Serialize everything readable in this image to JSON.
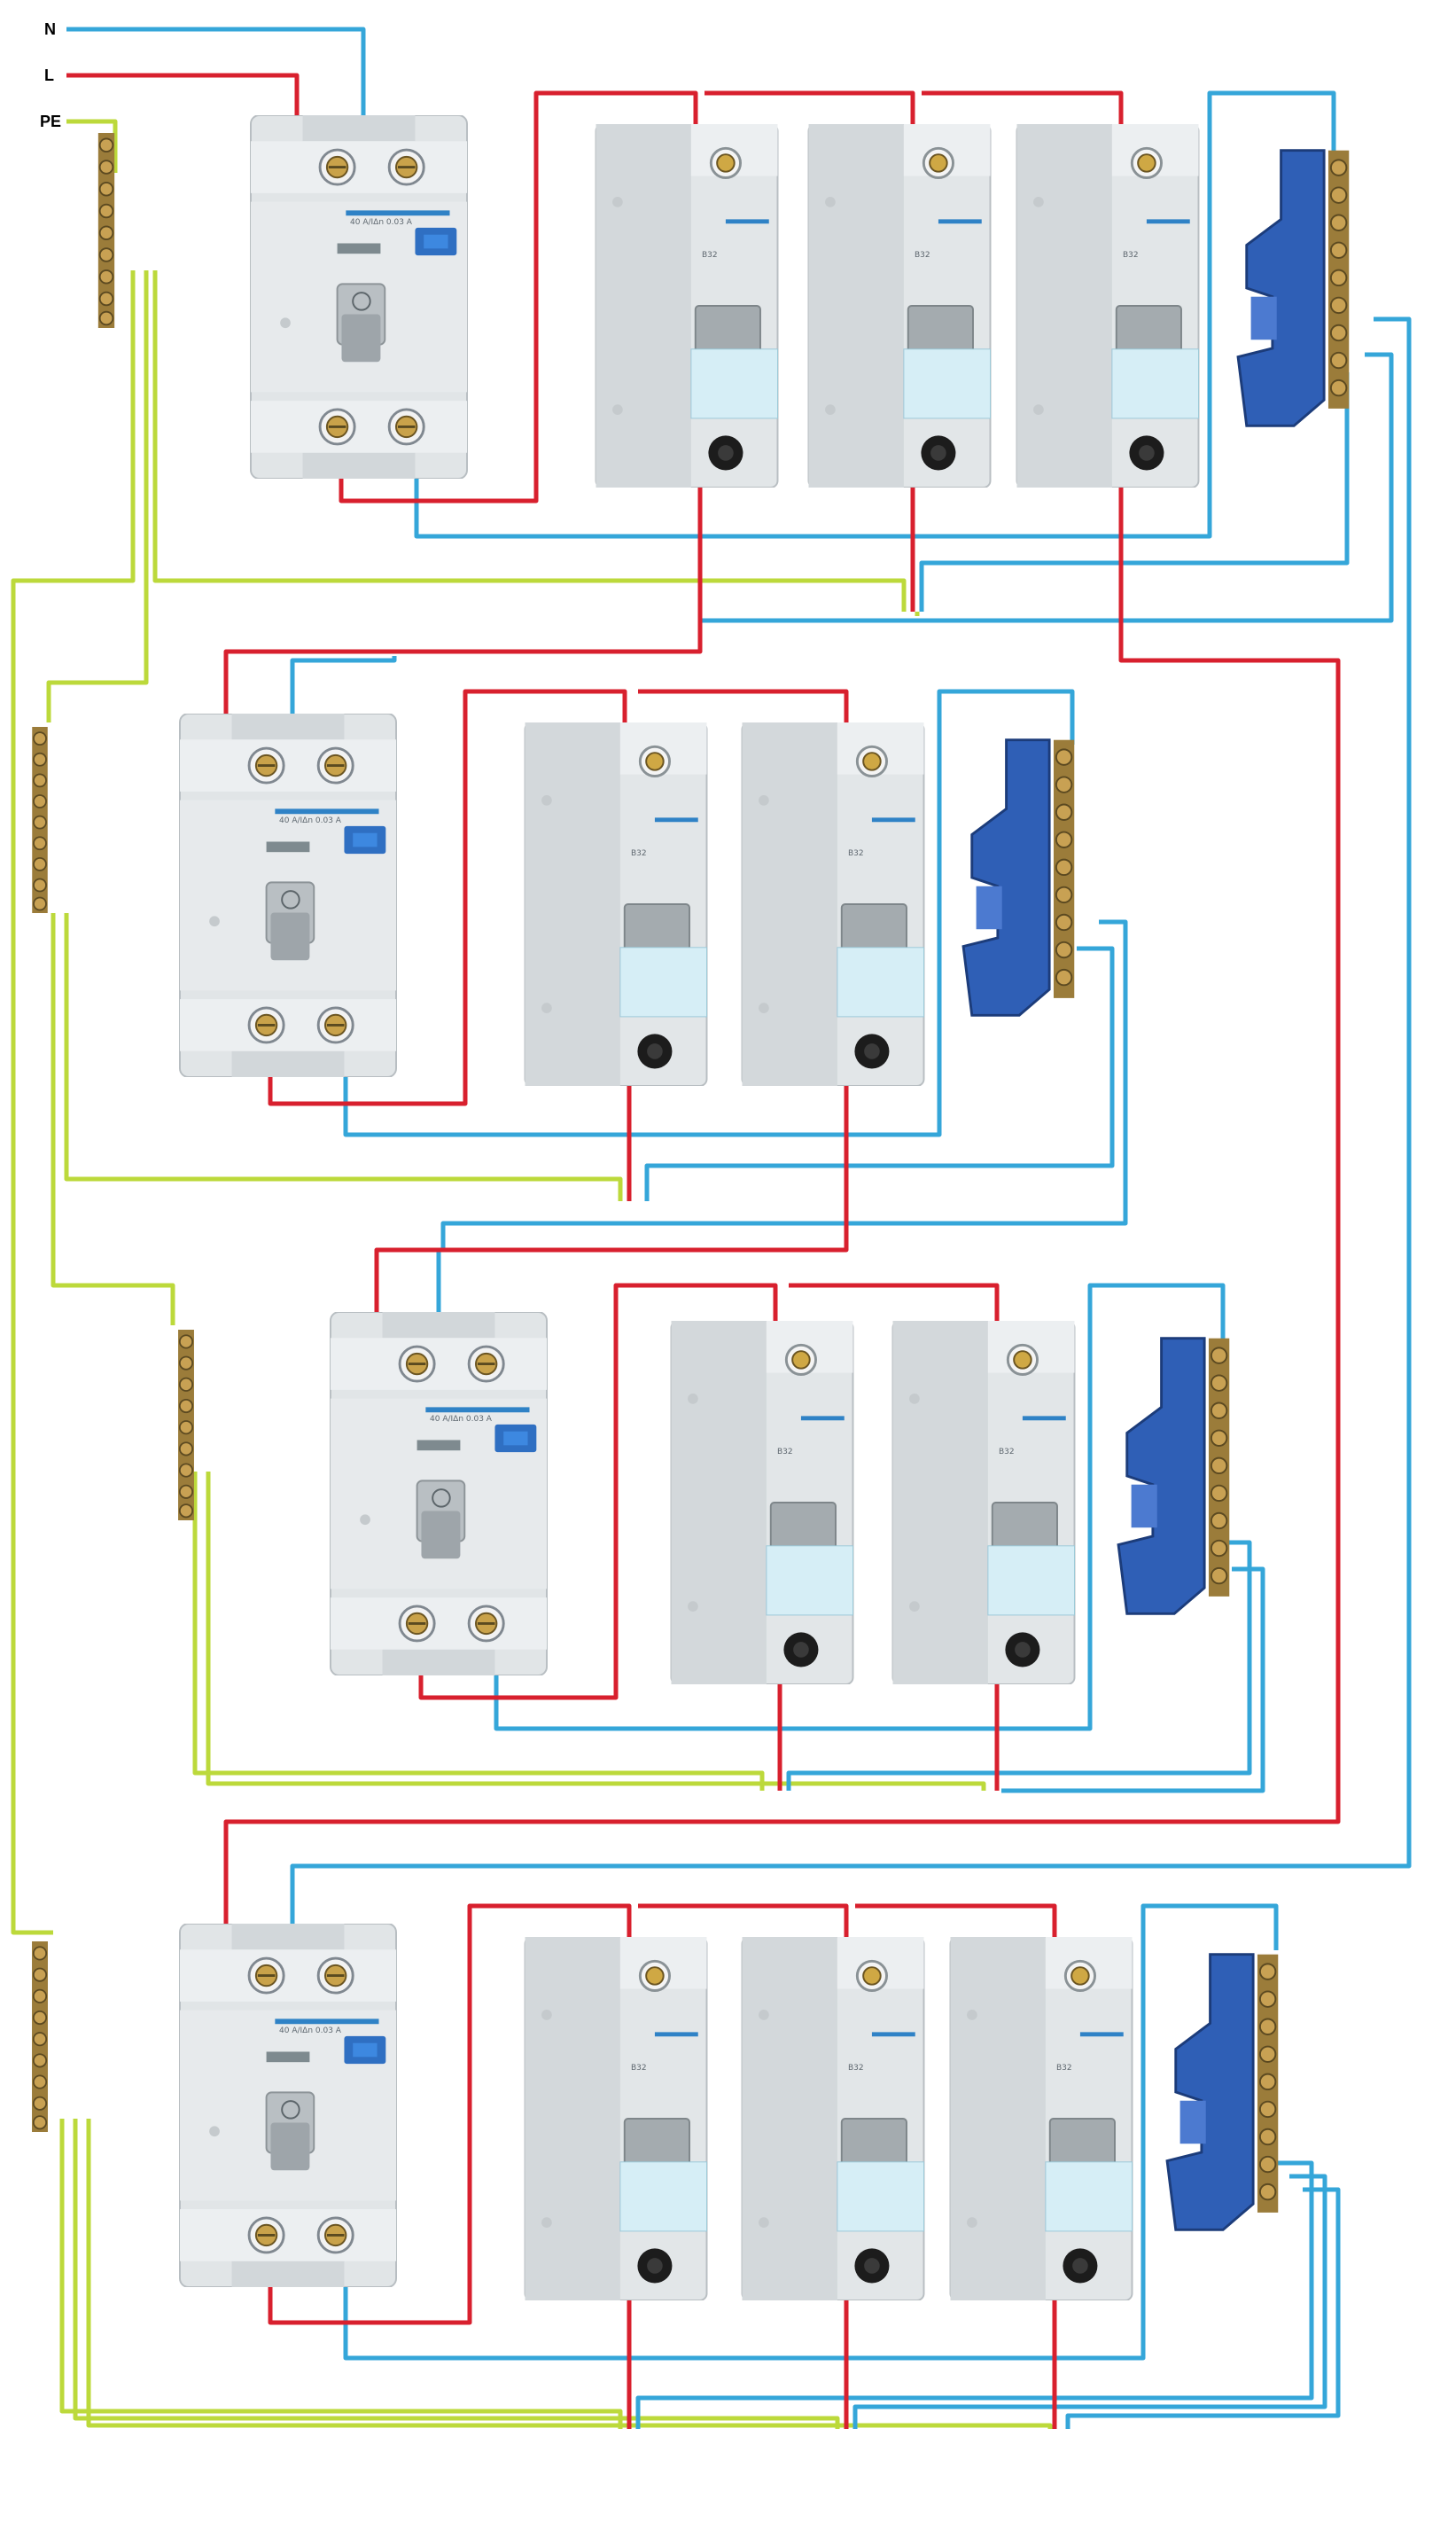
{
  "legend": {
    "n": "N",
    "l": "L",
    "pe": "PE"
  },
  "rcd_rating": "40 A/IΔn 0.03 A",
  "mcb_rating": "B32",
  "colors": {
    "neutral": "#35a6d9",
    "live": "#d8202e",
    "earth": "#bcd93b",
    "device_body": "#dfe3e5",
    "terminal_block": "#2e5fb8",
    "brass": "#a88740"
  },
  "groups": [
    {
      "rcd": "rcd-1",
      "breakers": 3
    },
    {
      "rcd": "rcd-2",
      "breakers": 2
    },
    {
      "rcd": "rcd-3",
      "breakers": 2
    },
    {
      "rcd": "rcd-4",
      "breakers": 3
    }
  ]
}
